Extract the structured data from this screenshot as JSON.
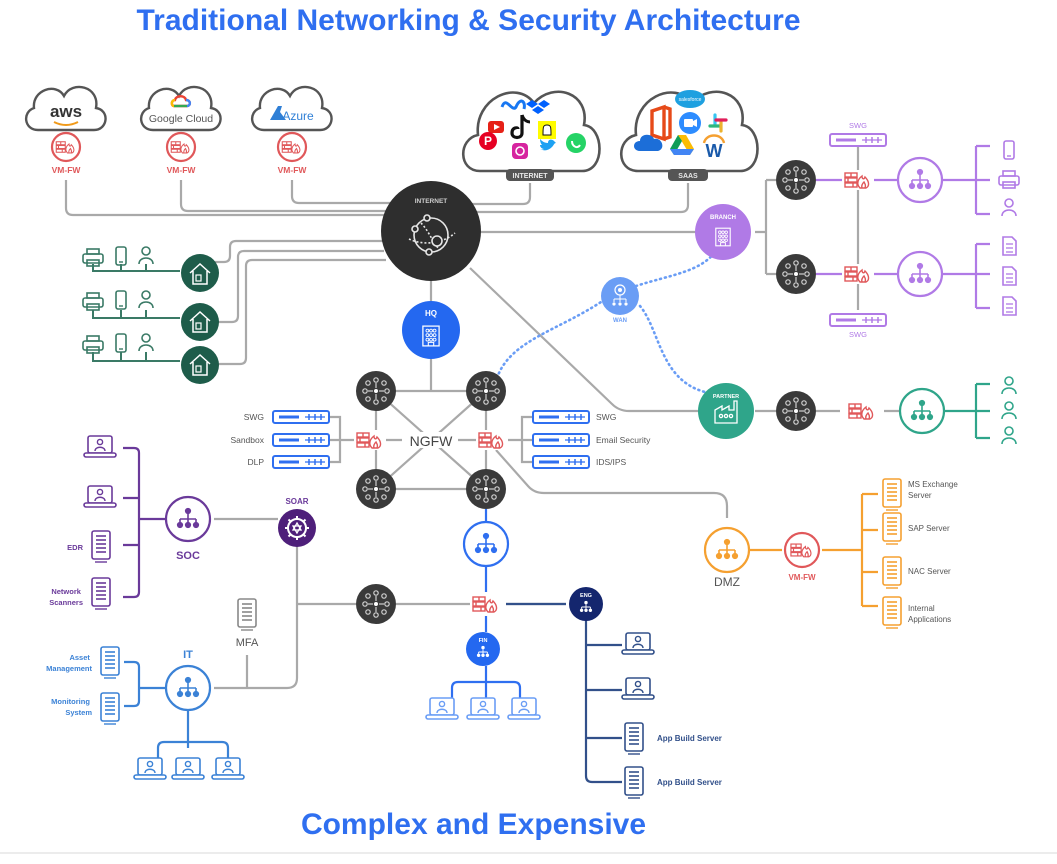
{
  "titles": {
    "top": "Traditional Networking & Security Architecture",
    "bottom": "Complex and Expensive"
  },
  "colors": {
    "title": "#2f6ff0",
    "line_gray": "#a9a9a9",
    "dark_node": "#3a3a3a",
    "firewall_red": "#e0585a",
    "home_green": "#1e5c4a",
    "branch_purple": "#b07ae6",
    "partner_teal": "#2fa58a",
    "hq_blue": "#2468f0",
    "wan_blue": "#6a9df5",
    "dmz_orange": "#f5a030",
    "soc_purple": "#6a3a9a",
    "soar_purple": "#4e1f7a",
    "it_blue": "#3b82d6",
    "eng_navy": "#14266e",
    "eng_line": "#32508a"
  },
  "public_clouds": [
    {
      "name": "aws",
      "firewall_label": "VM-FW"
    },
    {
      "name": "Google Cloud",
      "firewall_label": "VM-FW"
    },
    {
      "name": "Azure",
      "firewall_label": "VM-FW"
    }
  ],
  "internet_cloud": {
    "label": "INTERNET",
    "apps": [
      "Meta",
      "Dropbox",
      "YouTube",
      "TikTok",
      "Snapchat",
      "Pinterest",
      "Instagram",
      "Twitter",
      "WhatsApp"
    ]
  },
  "saas_cloud": {
    "label": "SAAS",
    "apps": [
      "Salesforce",
      "Office",
      "Zoom",
      "Slack",
      "OneDrive",
      "Google Drive",
      "Workday"
    ]
  },
  "internet_hub": {
    "label": "INTERNET"
  },
  "home_offices": [
    {
      "devices": [
        "printer",
        "phone",
        "user"
      ]
    },
    {
      "devices": [
        "printer",
        "phone",
        "user"
      ]
    },
    {
      "devices": [
        "printer",
        "phone",
        "user"
      ]
    }
  ],
  "hq": {
    "label": "HQ"
  },
  "wan": {
    "label": "WAN"
  },
  "ngfw": {
    "label": "NGFW",
    "left_appliances": [
      "SWG",
      "Sandbox",
      "DLP"
    ],
    "right_appliances": [
      "SWG",
      "Email Security",
      "IDS/IPS"
    ]
  },
  "branch": {
    "label": "BRANCH",
    "swg_top": "SWG",
    "swg_bottom": "SWG",
    "lan1_devices": [
      "phone",
      "printer",
      "user"
    ],
    "lan2_devices": [
      "file",
      "file",
      "file"
    ]
  },
  "partner": {
    "label": "PARTNER",
    "users": [
      "user",
      "user",
      "user"
    ]
  },
  "dmz": {
    "label": "DMZ",
    "firewall_label": "VM-FW",
    "servers": [
      "MS Exchange Server",
      "SAP Server",
      "NAC Server",
      "Internal Applications"
    ]
  },
  "soc": {
    "label": "SOC",
    "endpoints": [
      "",
      "",
      "EDR",
      "Network Scanners"
    ]
  },
  "soar": {
    "label": "SOAR"
  },
  "mfa": {
    "label": "MFA"
  },
  "it": {
    "label": "IT",
    "servers": [
      "Asset Management",
      "Monitoring System"
    ],
    "laptops": 3
  },
  "fin": {
    "label": "FIN",
    "laptops": 3
  },
  "eng": {
    "label": "ENG",
    "endpoints": [
      "",
      "",
      "App Build Server",
      "App Build Server"
    ]
  }
}
